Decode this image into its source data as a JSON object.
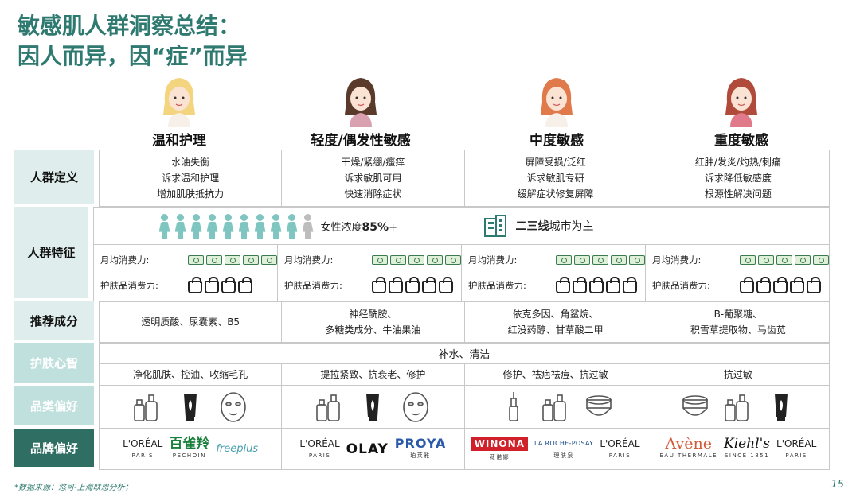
{
  "title": {
    "line1": "敏感肌人群洞察总结：",
    "line2": "因人而异，因“症”而异"
  },
  "personas": [
    {
      "name": "温和护理",
      "icon": "woman-face-wash-icon"
    },
    {
      "name": "轻度/偶发性敏感",
      "icon": "woman-dark-hair-icon"
    },
    {
      "name": "中度敏感",
      "icon": "woman-blonde-worried-icon"
    },
    {
      "name": "重度敏感",
      "icon": "woman-magnifier-icon"
    }
  ],
  "rows": {
    "definition": {
      "label": "人群定义",
      "cells": [
        [
          "水油失衡",
          "诉求温和护理",
          "增加肌肤抵抗力"
        ],
        [
          "干燥/紧绷/瘙痒",
          "诉求敏肌可用",
          "快速消除症状"
        ],
        [
          "屏障受损/泛红",
          "诉求敏肌专研",
          "缓解症状修复屏障"
        ],
        [
          "红肿/发炎/灼热/刺痛",
          "诉求降低敏感度",
          "根源性解决问题"
        ]
      ]
    },
    "features": {
      "label": "人群特征",
      "female_text_prefix": "女性浓度",
      "female_value": "85%",
      "female_suffix": "+",
      "female_ratio": 0.85,
      "city_text_bold": "二三线",
      "city_text": "城市为主",
      "monthly_label": "月均消费力:",
      "skincare_label": "护肤品消费力:",
      "monthly_levels": [
        5,
        5,
        5,
        5
      ],
      "skincare_levels": [
        4,
        5,
        5,
        5
      ]
    },
    "ingredients": {
      "label": "推荐成分",
      "cells": [
        [
          "透明质酸、尿囊素、B5"
        ],
        [
          "神经酰胺、",
          "多糖类成分、牛油果油"
        ],
        [
          "依克多因、角鲨烷、",
          "红没药醇、甘草酸二甲"
        ],
        [
          "B-葡聚糖、",
          "积雪草提取物、马齿苋"
        ]
      ]
    },
    "mind": {
      "label": "护肤心智",
      "shared": "补水、清洁",
      "cells": [
        "净化肌肤、控油、收缩毛孔",
        "提拉紧致、抗衰老、修护",
        "修护、祛疤祛痘、抗过敏",
        "抗过敏"
      ]
    },
    "category": {
      "label": "品类偏好",
      "cells": [
        [
          "bottles-icon",
          "tube-icon",
          "face-mask-icon"
        ],
        [
          "bottles-icon",
          "tube-icon",
          "face-mask-icon"
        ],
        [
          "dropper-icon",
          "bottles-icon",
          "cream-jar-icon"
        ],
        [
          "cream-jar-icon",
          "bottles-icon",
          "tube-icon"
        ]
      ]
    },
    "brand": {
      "label": "品牌偏好",
      "cells": [
        [
          {
            "name": "L'ORÉAL",
            "sub": "PARIS"
          },
          {
            "name": "百雀羚",
            "sub": "PECHOIN"
          },
          {
            "name": "freeplus",
            "sub": ""
          }
        ],
        [
          {
            "name": "L'ORÉAL",
            "sub": "PARIS"
          },
          {
            "name": "OLAY",
            "sub": ""
          },
          {
            "name": "PROYA",
            "sub": "珀莱雅"
          }
        ],
        [
          {
            "name": "WINONA",
            "sub": "薇诺娜"
          },
          {
            "name": "LA ROCHE-POSAY",
            "sub": "理肤泉"
          },
          {
            "name": "L'ORÉAL",
            "sub": "PARIS"
          }
        ],
        [
          {
            "name": "Avène",
            "sub": "EAU THERMALE"
          },
          {
            "name": "Kiehl's",
            "sub": "SINCE 1851"
          },
          {
            "name": "L'ORÉAL",
            "sub": "PARIS"
          }
        ]
      ]
    }
  },
  "footer": {
    "source": "*数据来源：悠可-上海联恩分析；",
    "page": "15"
  },
  "colors": {
    "accent": "#2f7a70",
    "dark_label": "#2e6e63",
    "light_label": "#dfeeec",
    "teal_person": "#7fc6c0",
    "grey_person": "#bdbdbd"
  }
}
